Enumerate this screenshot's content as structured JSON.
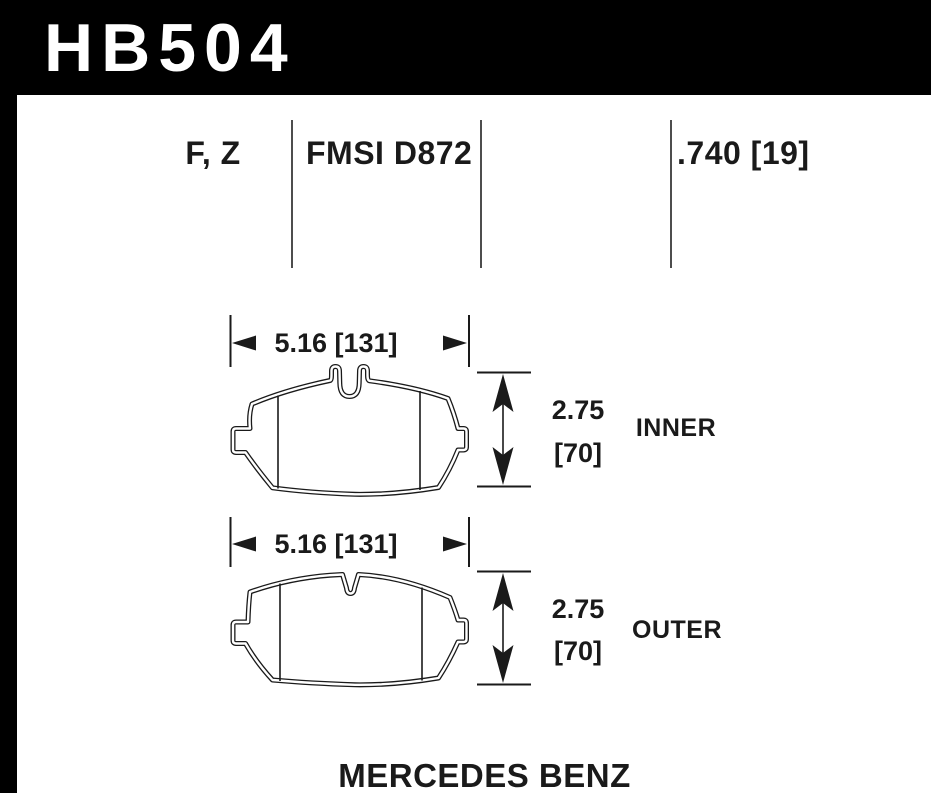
{
  "header": {
    "part_number": "HB504"
  },
  "spec_row": {
    "compounds": "F, Z",
    "fmsi": "FMSI D872",
    "thickness": ".740 [19]"
  },
  "drawings": [
    {
      "label": "INNER",
      "width_dim": "5.16 [131]",
      "height_dim_in": "2.75",
      "height_dim_mm": "[70]"
    },
    {
      "label": "OUTER",
      "width_dim": "5.16 [131]",
      "height_dim_in": "2.75",
      "height_dim_mm": "[70]"
    }
  ],
  "footer": {
    "vehicle": "MERCEDES BENZ"
  },
  "colors": {
    "bar": "#000000",
    "ink": "#1a1a1a",
    "divider": "#4d4d4d",
    "paper": "#ffffff"
  }
}
